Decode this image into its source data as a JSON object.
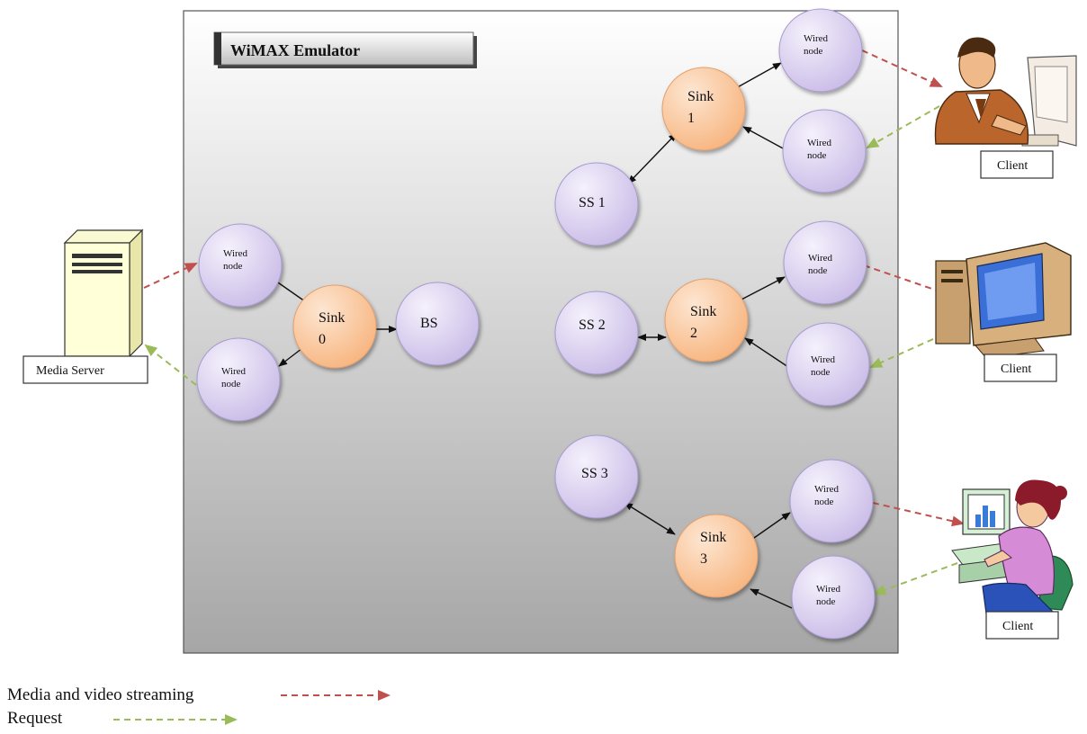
{
  "emulator": {
    "title": "WiMAX Emulator"
  },
  "server": {
    "label": "Media Server"
  },
  "clients": {
    "c1": "Client",
    "c2": "Client",
    "c3": "Client"
  },
  "nodes": {
    "sink0": [
      "Sink",
      "0"
    ],
    "sink1": [
      "Sink",
      "1"
    ],
    "sink2": [
      "Sink",
      "2"
    ],
    "sink3": [
      "Sink",
      "3"
    ],
    "bs": "BS",
    "ss1": "SS 1",
    "ss2": "SS 2",
    "ss3": "SS 3",
    "wired": [
      "Wired",
      "node"
    ]
  },
  "legend": {
    "media": "Media and video streaming",
    "request": "Request"
  },
  "colors": {
    "media_arrow": "#c0504d",
    "request_arrow": "#9bbb59",
    "wired_fill": "#d9d0ee",
    "sink_fill": "#fbc9a0",
    "frame_top": "#ffffff",
    "frame_bottom": "#a6a6a6"
  }
}
